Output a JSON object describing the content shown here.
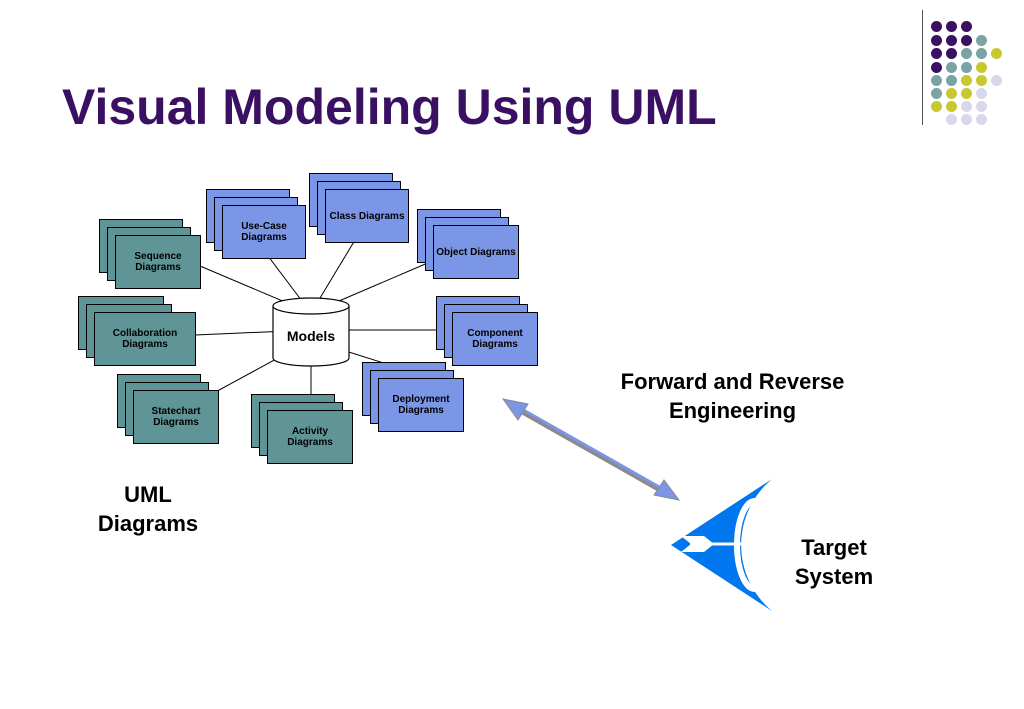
{
  "title": "Visual Modeling Using UML",
  "diagram": {
    "center_label": "Models",
    "diagrams": [
      {
        "id": "use-case",
        "label": "Use-Case Diagrams",
        "color": "#7b96e6"
      },
      {
        "id": "class",
        "label": "Class Diagrams",
        "color": "#7b96e6"
      },
      {
        "id": "object",
        "label": "Object Diagrams",
        "color": "#7b96e6"
      },
      {
        "id": "component",
        "label": "Component Diagrams",
        "color": "#7b96e6"
      },
      {
        "id": "deployment",
        "label": "Deployment Diagrams",
        "color": "#7b96e6"
      },
      {
        "id": "activity",
        "label": "Activity Diagrams",
        "color": "#5f9596"
      },
      {
        "id": "statechart",
        "label": "Statechart Diagrams",
        "color": "#5f9596"
      },
      {
        "id": "collaboration",
        "label": "Collaboration Diagrams",
        "color": "#5f9596"
      },
      {
        "id": "sequence",
        "label": "Sequence Diagrams",
        "color": "#5f9596"
      }
    ],
    "group_label": "UML Diagrams",
    "arrow_label": "Forward and Reverse Engineering",
    "target_label": "Target System"
  },
  "icons": [
    "target-icon",
    "arrow-icon",
    "double-arrow-icon",
    "database-icon"
  ],
  "colors": {
    "title": "#3a1063",
    "blue_card": "#7b96e6",
    "teal_card": "#5f9596",
    "target_blue": "#0077ee",
    "dot_purple": "#3a1063",
    "dot_teal": "#7aa3a3",
    "dot_yellow": "#c8c830",
    "dot_lavender": "#d8d8ea"
  }
}
